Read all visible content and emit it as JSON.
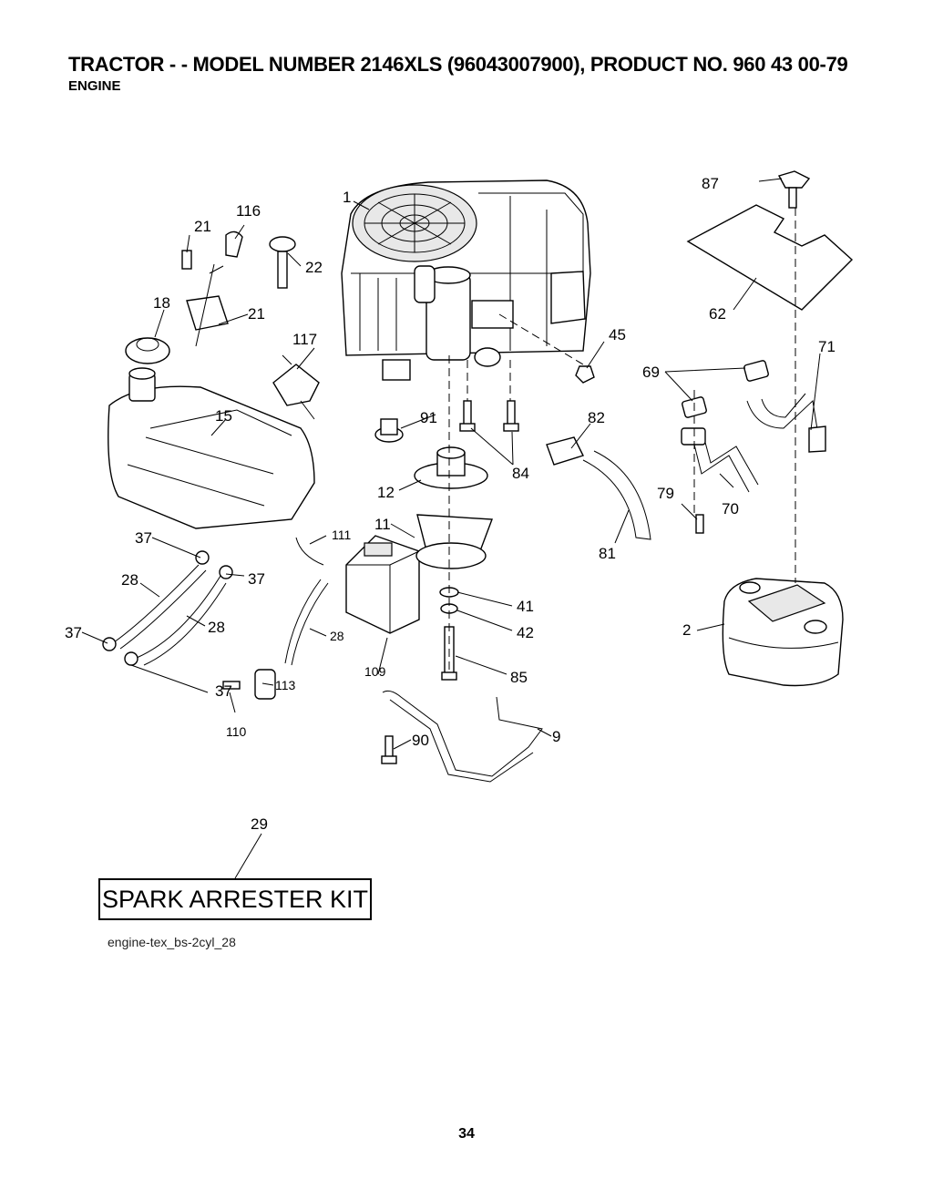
{
  "header": {
    "title": "TRACTOR - - MODEL NUMBER 2146XLS (96043007900), PRODUCT NO. 960 43 00-79",
    "subtitle": "ENGINE"
  },
  "labels": {
    "p1": "1",
    "p2": "2",
    "p9": "9",
    "p11": "11",
    "p12": "12",
    "p15": "15",
    "p18": "18",
    "p21a": "21",
    "p21b": "21",
    "p22": "22",
    "p28a": "28",
    "p28b": "28",
    "p28c": "28",
    "p29": "29",
    "p37a": "37",
    "p37b": "37",
    "p37c": "37",
    "p37d": "37",
    "p41": "41",
    "p42": "42",
    "p45": "45",
    "p62": "62",
    "p69": "69",
    "p70": "70",
    "p71": "71",
    "p79": "79",
    "p81": "81",
    "p82": "82",
    "p84": "84",
    "p85": "85",
    "p87": "87",
    "p90": "90",
    "p91": "91",
    "p109": "109",
    "p110": "110",
    "p111": "111",
    "p113": "113",
    "p116": "116",
    "p117": "117"
  },
  "kit_label": "SPARK ARRESTER KIT",
  "footer_code": "engine-tex_bs-2cyl_28",
  "page_number": "34"
}
